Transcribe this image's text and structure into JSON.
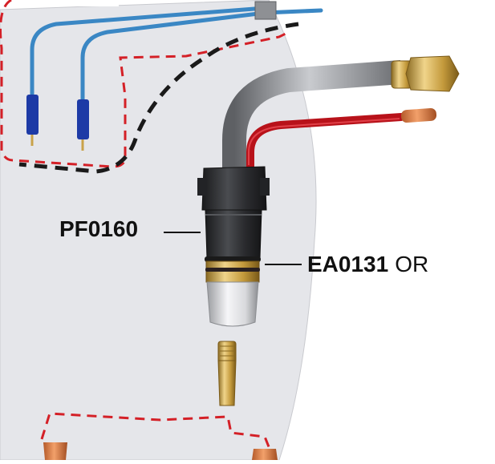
{
  "labels": {
    "pf_code": "PF0160",
    "ea_code": "EA0131",
    "ea_suffix": "OR"
  },
  "colors": {
    "panel": "#e5e6ea",
    "panel_edge": "#c9cacf",
    "dash_red": "#d42027",
    "dash_black": "#1a1a1a",
    "blue_wire": "#3a87c4",
    "blue_sleeve": "#1d3aa6",
    "grey_hose": "#8a8c90",
    "red_wire": "#b8121a",
    "brass": "#c9a24a",
    "handle_black": "#2a2b2e",
    "copper": "#e08a4f"
  }
}
